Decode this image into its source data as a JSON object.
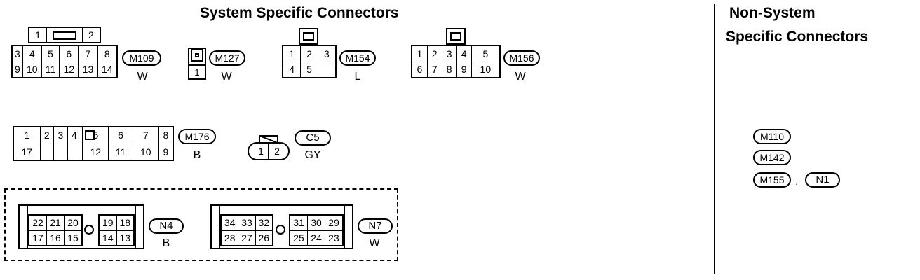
{
  "headings": {
    "system": "System Specific Connectors",
    "nonsystem_line1": "Non-System",
    "nonsystem_line2": "Specific Connectors"
  },
  "connectors": {
    "m109": {
      "id": "M109",
      "color": "W",
      "top_pins": [
        "1",
        "2"
      ],
      "row1": [
        "3",
        "4",
        "5",
        "6",
        "7",
        "8"
      ],
      "row2": [
        "9",
        "10",
        "11",
        "12",
        "13",
        "14"
      ]
    },
    "m127": {
      "id": "M127",
      "color": "W",
      "pin": "1"
    },
    "m154": {
      "id": "M154",
      "color": "L",
      "row1": [
        "1",
        "2",
        "3"
      ],
      "row2": [
        "4",
        "5"
      ]
    },
    "m156": {
      "id": "M156",
      "color": "W",
      "row1": [
        "1",
        "2",
        "3",
        "4",
        "5"
      ],
      "row2": [
        "6",
        "7",
        "8",
        "9",
        "10"
      ]
    },
    "m176": {
      "id": "M176",
      "color": "B",
      "row1_left": [
        "1",
        "2",
        "3",
        "4"
      ],
      "row1_right": [
        "5",
        "6",
        "7",
        "8"
      ],
      "row2_left": [
        "17"
      ],
      "row2_right": [
        "12",
        "11",
        "10",
        "9"
      ]
    },
    "c5": {
      "id": "C5",
      "color": "GY",
      "pins": [
        "1",
        "2"
      ]
    },
    "n4": {
      "id": "N4",
      "color": "B",
      "top_left": [
        "22",
        "21",
        "20"
      ],
      "top_right": [
        "19",
        "18"
      ],
      "bot_left": [
        "17",
        "16",
        "15"
      ],
      "bot_right": [
        "14",
        "13"
      ]
    },
    "n7": {
      "id": "N7",
      "color": "W",
      "top_left": [
        "34",
        "33",
        "32"
      ],
      "top_right": [
        "31",
        "30",
        "29"
      ],
      "bot_left": [
        "28",
        "27",
        "26"
      ],
      "bot_right": [
        "25",
        "24",
        "23"
      ]
    }
  },
  "nonsystem": {
    "items": [
      "M110",
      "M142",
      "M155",
      "N1"
    ],
    "separator": ","
  }
}
